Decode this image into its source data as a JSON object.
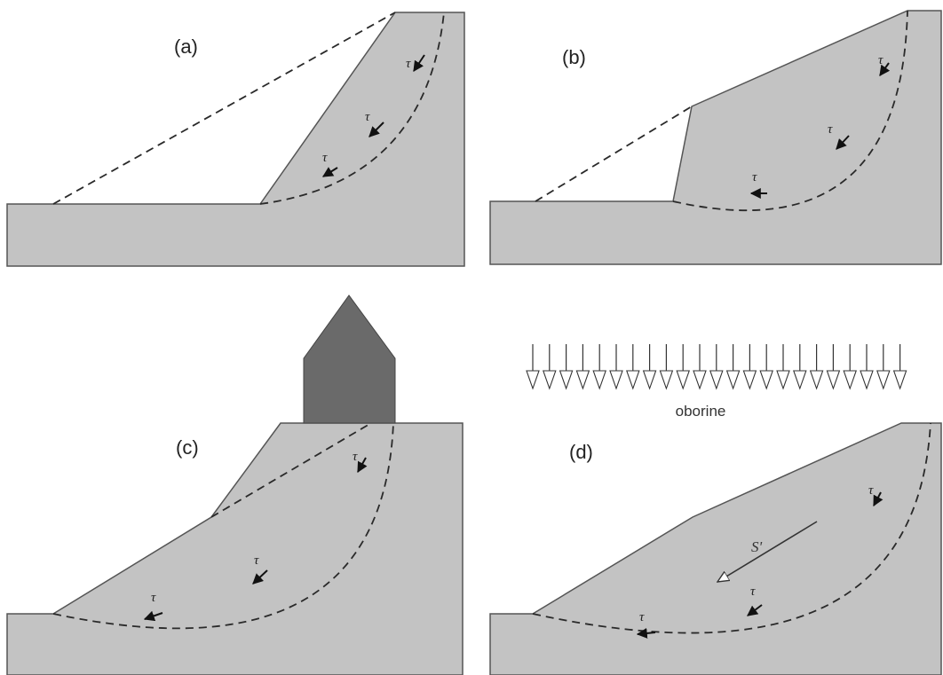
{
  "panels": {
    "a": {
      "label": "(a)",
      "tau": [
        "τ",
        "τ",
        "τ"
      ]
    },
    "b": {
      "label": "(b)",
      "tau": [
        "τ",
        "τ",
        "τ"
      ]
    },
    "c": {
      "label": "(c)",
      "tau": [
        "τ",
        "τ",
        "τ"
      ]
    },
    "d": {
      "label": "(d)",
      "tau": [
        "τ",
        "τ",
        "τ"
      ],
      "seepage_label": "S'",
      "rain_label": "oborine"
    }
  },
  "colors": {
    "soil": "#c3c3c3",
    "house": "#6a6a6a",
    "line": "#2a2a2a"
  }
}
